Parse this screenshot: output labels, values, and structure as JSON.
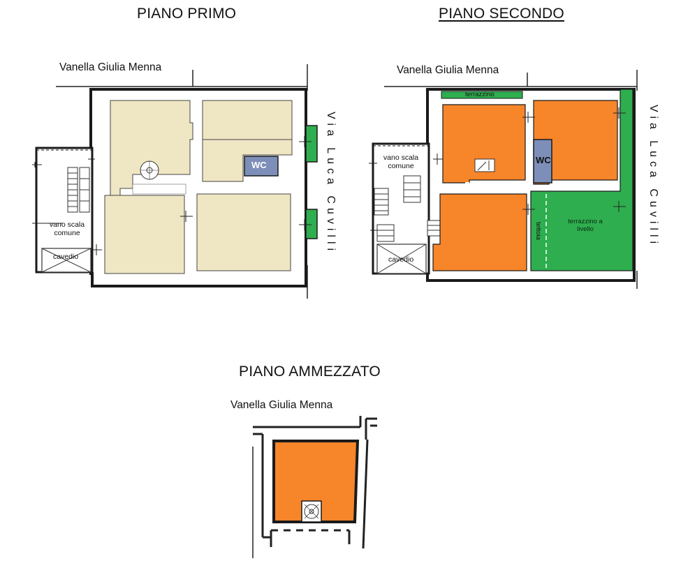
{
  "plans": {
    "primo": {
      "title": "PIANO PRIMO",
      "street_top": "Vanella Giulia Menna",
      "street_side": "Via Luca Cuvilli",
      "wc": "WC",
      "stair": "vano scala comune",
      "cavedio": "cavedio"
    },
    "secondo": {
      "title": "PIANO SECONDO",
      "street_top": "Vanella Giulia Menna",
      "street_side": "Via Luca Cuvilli",
      "wc": "WC",
      "stair": "vano scala comune",
      "cavedio": "cavedio",
      "terrazzino": "terrazzino",
      "terrazzino_livello": "terrazzino a livello",
      "tettoia": "tettoia"
    },
    "ammezzato": {
      "title": "PIANO AMMEZZATO",
      "street_top": "Vanella Giulia Menna"
    }
  },
  "colors": {
    "cream": "#efe6c3",
    "orange": "#f7852a",
    "green": "#2fae4f",
    "wc_blue": "#7d8fb8",
    "wall": "#1a1a1a"
  }
}
